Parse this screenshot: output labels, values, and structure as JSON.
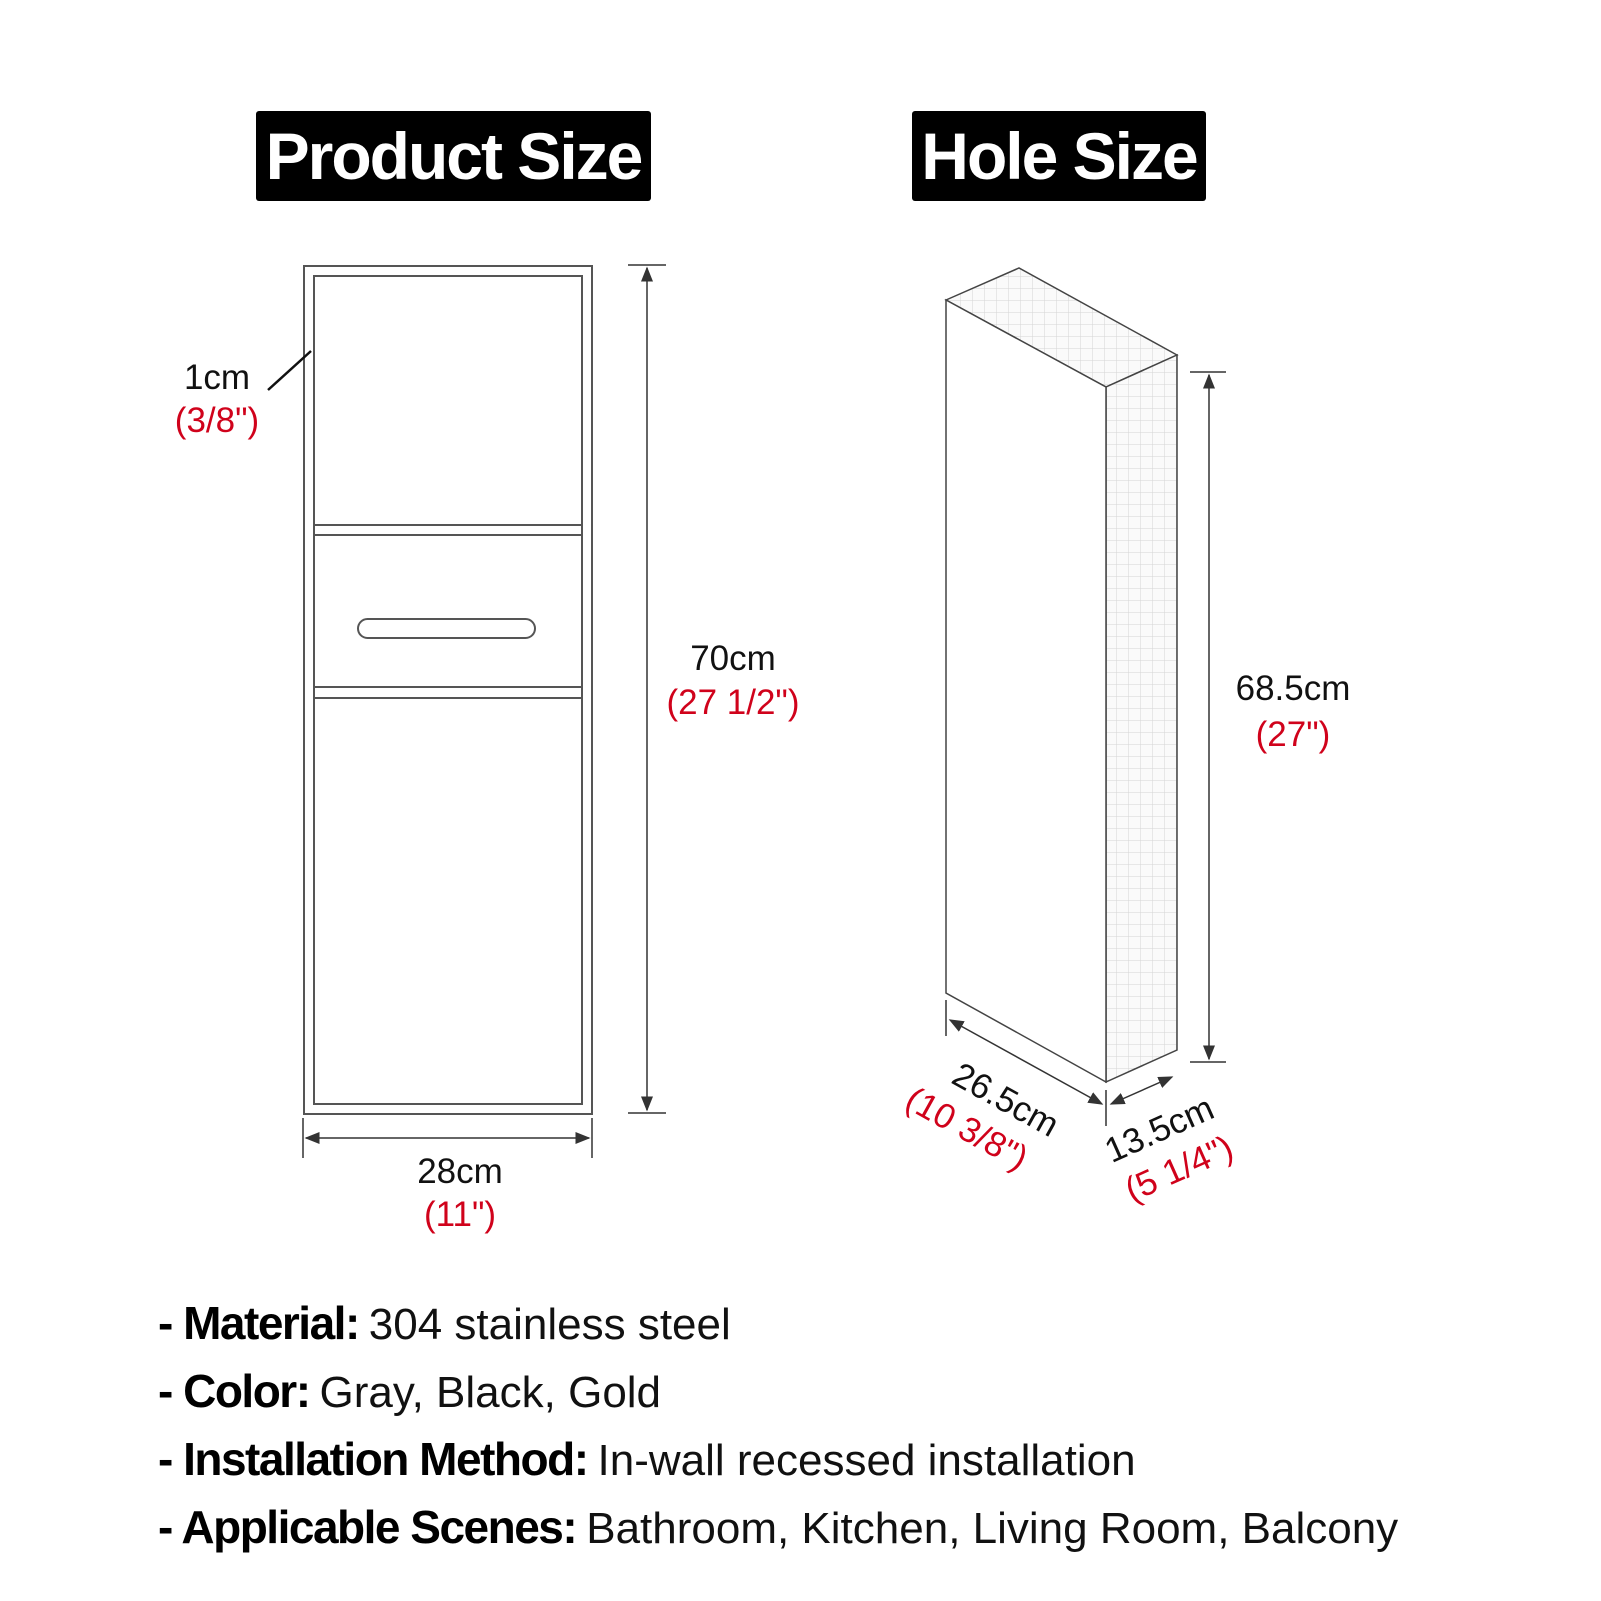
{
  "titles": {
    "product": "Product Size",
    "hole": "Hole Size"
  },
  "product": {
    "thickness": {
      "cm": "1cm",
      "in": "(3/8\")"
    },
    "height": {
      "cm": "70cm",
      "in": "(27 1/2\")"
    },
    "width": {
      "cm": "28cm",
      "in": "(11\")"
    }
  },
  "hole": {
    "height": {
      "cm": "68.5cm",
      "in": "(27\")"
    },
    "width": {
      "cm": "26.5cm",
      "in": "(10 3/8\")"
    },
    "depth": {
      "cm": "13.5cm",
      "in": "(5 1/4\")"
    }
  },
  "specs": [
    {
      "key": "- Material:",
      "value": "304 stainless steel"
    },
    {
      "key": "- Color:",
      "value": "Gray, Black, Gold"
    },
    {
      "key": "- Installation Method:",
      "value": "In-wall recessed installation"
    },
    {
      "key": "- Applicable Scenes:",
      "value": "Bathroom, Kitchen, Living Room, Balcony"
    }
  ],
  "colors": {
    "imperial": "#d0021b",
    "text": "#111111",
    "line": "#444444"
  }
}
